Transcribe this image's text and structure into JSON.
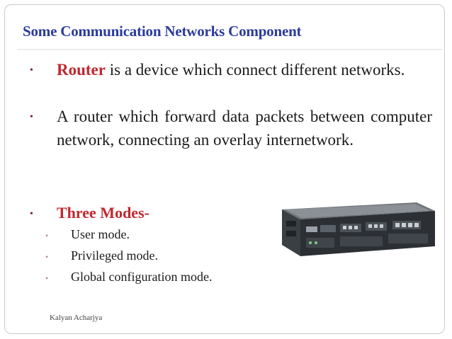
{
  "slide": {
    "title": "Some Communication Networks Component",
    "bullet1": {
      "keyword": "Router",
      "rest": " is a device which  connect different networks."
    },
    "bullet2": "A router which forward data packets between computer network, connecting an overlay internetwork.",
    "bullet3": "Three Modes-",
    "sub_items": [
      "User mode.",
      "Privileged mode.",
      "Global configuration mode."
    ],
    "footer": "Kalyan Acharjya",
    "bullet_glyph": "•",
    "image_icon": "router-device-icon"
  },
  "colors": {
    "title": "#2b3a9e",
    "accent_red": "#c0282f",
    "body_text": "#1a1a1a"
  }
}
